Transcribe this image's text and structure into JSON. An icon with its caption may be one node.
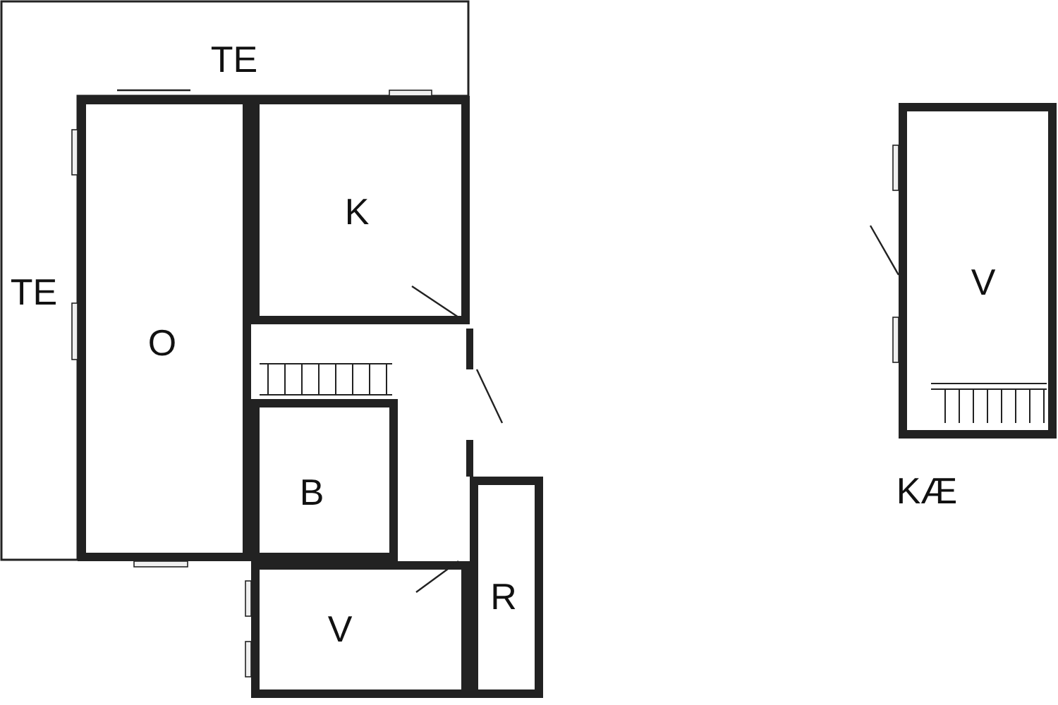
{
  "diagram": {
    "nodes": [
      {
        "text": [
          "TE",
          "TE"
        ]
      },
      {
        "text": [
          "K"
        ]
      },
      {
        "text": [
          "O"
        ]
      },
      {
        "text": [
          "B"
        ]
      },
      {
        "text": [
          "V"
        ]
      },
      {
        "text": [
          "R"
        ]
      },
      {
        "text": [
          "V"
        ]
      }
    ],
    "labels": [
      "KÆ"
    ]
  }
}
